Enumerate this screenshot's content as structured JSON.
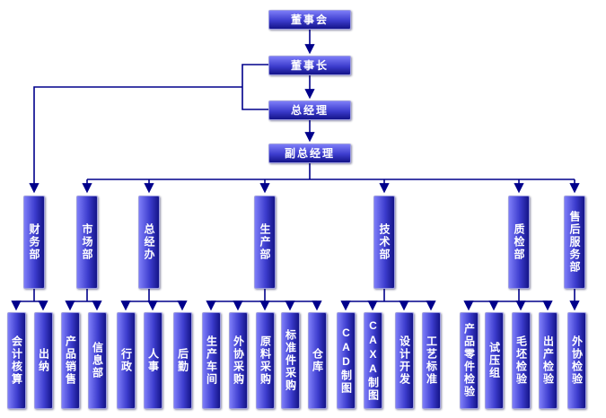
{
  "chart": {
    "top": [
      {
        "label": "董事会"
      },
      {
        "label": "董事长"
      },
      {
        "label": "总经理"
      },
      {
        "label": "副总经理"
      }
    ],
    "departments": [
      {
        "label": "财务部",
        "children": [
          "会计核算",
          "出纳"
        ]
      },
      {
        "label": "市场部",
        "children": [
          "产品销售",
          "信息部"
        ]
      },
      {
        "label": "总经办",
        "children": [
          "行政",
          "人事",
          "后勤"
        ]
      },
      {
        "label": "生产部",
        "children": [
          "生产车间",
          "外协采购",
          "原料采购",
          "标准件采购",
          "仓库"
        ]
      },
      {
        "label": "技术部",
        "children": [
          "CAD制图",
          "CAXA制图",
          "设计开发",
          "工艺标准"
        ]
      },
      {
        "label": "质检部",
        "children": [
          "产品零件检验",
          "试压组",
          "毛坯检验",
          "出产检验"
        ]
      },
      {
        "label": "售后服务部",
        "children": [
          "外协检验"
        ]
      }
    ]
  },
  "colors": {
    "background": "#ffffff",
    "line": "#00008b",
    "text": "#ffffff",
    "box_top": "#7d7df8",
    "box_mid": "#3c3ccd",
    "box_dark": "#141488",
    "box_border": "#9e9ee0"
  }
}
